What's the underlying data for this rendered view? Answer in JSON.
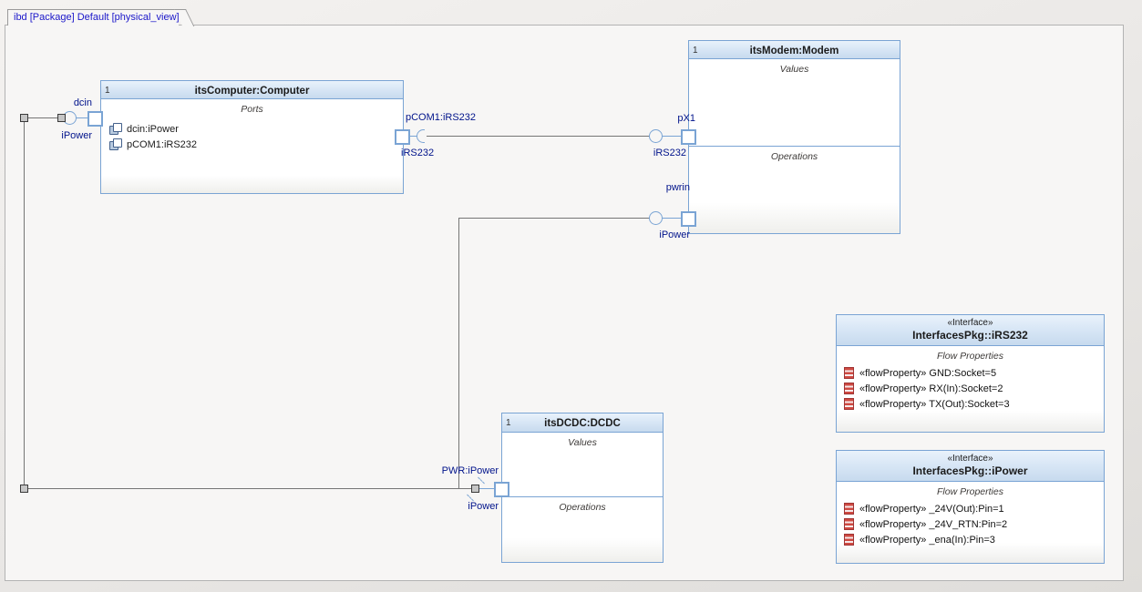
{
  "tab": {
    "label": "ibd [Package] Default [physical_view]"
  },
  "colors": {
    "accent_blue": "#7aa4d4",
    "header_gradient_top": "#e9f2fb",
    "header_gradient_bottom": "#c7daee",
    "connector_gray": "#757575",
    "port_label_blue": "#00138b",
    "flow_icon_red": "#cf4a42",
    "canvas_bg": "#f7f6f5"
  },
  "blocks": {
    "computer": {
      "multiplicity": "1",
      "title": "itsComputer:Computer",
      "compartment_label": "Ports",
      "port_list": [
        {
          "label": "dcin:iPower"
        },
        {
          "label": "pCOM1:iRS232"
        }
      ]
    },
    "modem": {
      "multiplicity": "1",
      "title": "itsModem:Modem",
      "values_label": "Values",
      "operations_label": "Operations"
    },
    "dcdc": {
      "multiplicity": "1",
      "title": "itsDCDC:DCDC",
      "values_label": "Values",
      "operations_label": "Operations"
    }
  },
  "interface_boxes": {
    "irs232": {
      "stereotype": "«Interface»",
      "name": "InterfacesPkg::iRS232",
      "compartment_label": "Flow Properties",
      "flow_properties": [
        {
          "text": "«flowProperty» GND:Socket=5"
        },
        {
          "text": "«flowProperty» RX(In):Socket=2"
        },
        {
          "text": "«flowProperty» TX(Out):Socket=3"
        }
      ]
    },
    "ipower": {
      "stereotype": "«Interface»",
      "name": "InterfacesPkg::iPower",
      "compartment_label": "Flow Properties",
      "flow_properties": [
        {
          "text": "«flowProperty» _24V(Out):Pin=1"
        },
        {
          "text": "«flowProperty» _24V_RTN:Pin=2"
        },
        {
          "text": "«flowProperty» _ena(In):Pin=3"
        }
      ]
    }
  },
  "port_labels": {
    "computer_dcin_name": "dcin",
    "computer_dcin_type": "iPower",
    "computer_pcom1_full": "pCOM1:iRS232",
    "computer_pcom1_type": "iRS232",
    "modem_px1_name": "pX1",
    "modem_px1_type": "iRS232",
    "modem_pwrin_name": "pwrin",
    "modem_pwrin_type": "iPower",
    "dcdc_pwr_full": "PWR:iPower",
    "dcdc_pwr_type": "iPower"
  }
}
